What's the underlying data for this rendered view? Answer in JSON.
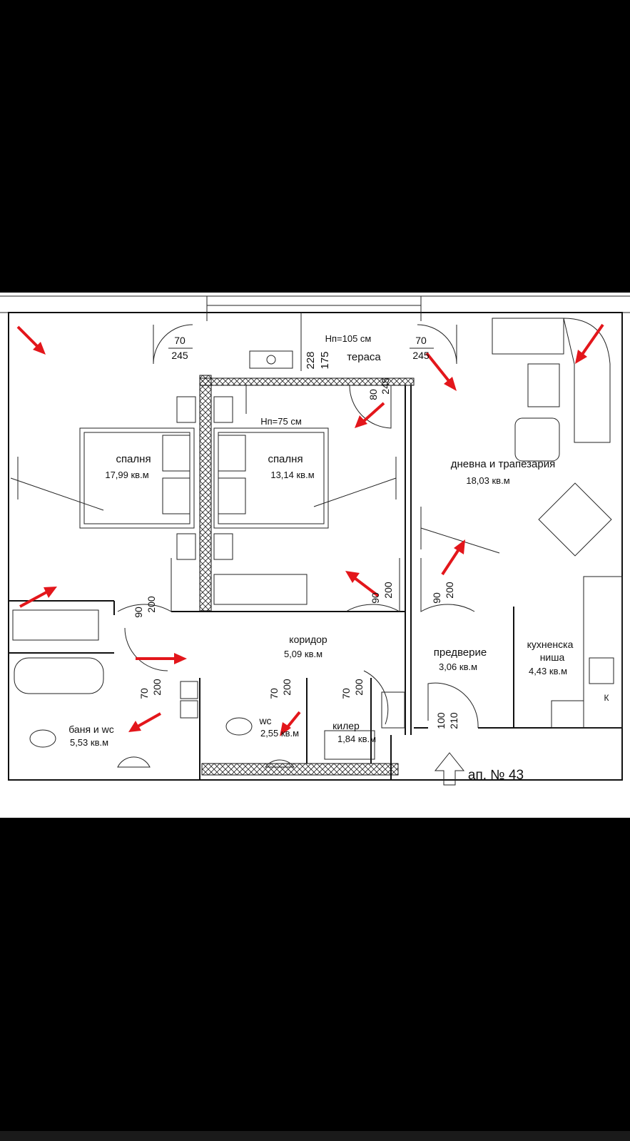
{
  "rooms": {
    "bedroom1": {
      "name": "спалня",
      "area": "17,99 кв.м"
    },
    "bedroom2": {
      "name": "спалня",
      "area": "13,14 кв.м"
    },
    "living": {
      "name": "дневна и трапезария",
      "area": "18,03 кв.м"
    },
    "corridor": {
      "name": "коридор",
      "area": "5,09 кв.м"
    },
    "hall": {
      "name": "предверие",
      "area": "3,06 кв.м"
    },
    "kitchen": {
      "name1": "кухненска",
      "name2": "ниша",
      "area": "4,43 кв.м"
    },
    "bath": {
      "name": "баня и wc",
      "area": "5,53 кв.м"
    },
    "wc": {
      "name": "wc",
      "area": "2,55 кв.м"
    },
    "pantry": {
      "name": "килер",
      "area": "1,84 кв.м"
    },
    "terrace": {
      "name": "тераса"
    }
  },
  "notes": {
    "hp_terrace": "Нп=105 см",
    "hp_window": "Нп=75 см",
    "dim_228": "228",
    "dim_175": "175",
    "apartment": "ап. № 43",
    "k_mark": "К"
  },
  "doors": [
    {
      "w": "70",
      "h": "245"
    },
    {
      "w": "70",
      "h": "245"
    },
    {
      "w": "80",
      "h": "245"
    },
    {
      "w": "90",
      "h": "200"
    },
    {
      "w": "90",
      "h": "200"
    },
    {
      "w": "90",
      "h": "200"
    },
    {
      "w": "70",
      "h": "200"
    },
    {
      "w": "70",
      "h": "200"
    },
    {
      "w": "70",
      "h": "200"
    },
    {
      "w": "100",
      "h": "210"
    }
  ],
  "colors": {
    "arrow": "#e3161b",
    "line": "#111111",
    "background": "#ffffff",
    "frame": "#000000"
  }
}
